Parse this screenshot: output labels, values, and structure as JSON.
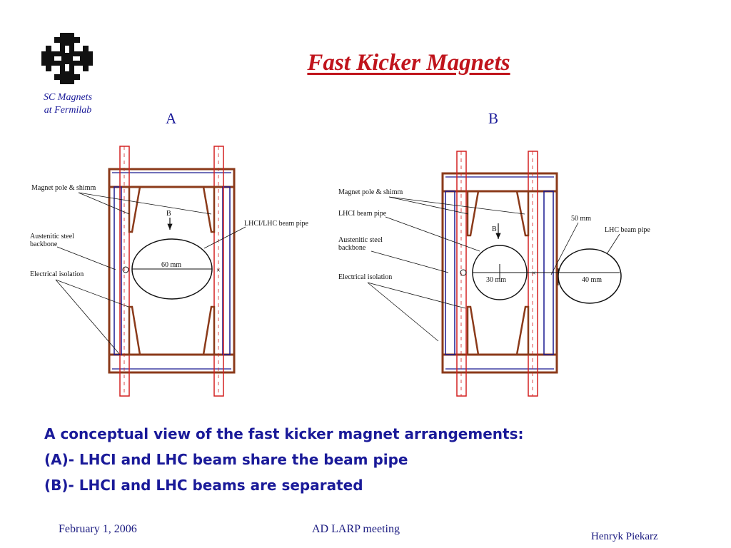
{
  "header": {
    "title": "Fast Kicker Magnets",
    "brand_line1": "SC Magnets",
    "brand_line2": "at Fermilab"
  },
  "figures": {
    "a": {
      "label": "A",
      "pole_label": "Magnet pole & shimm",
      "steel_label_1": "Austenitic steel",
      "steel_label_2": "backbone",
      "isolation_label": "Electrical isolation",
      "pipe_label": "LHCI/LHC beam pipe",
      "field_label": "B",
      "dim_label": "60 mm"
    },
    "b": {
      "label": "B",
      "pole_label": "Magnet pole & shimm",
      "lhci_pipe_label": "LHCI beam pipe",
      "steel_label_1": "Austenitic steel",
      "steel_label_2": "backbone",
      "isolation_label": "Electrical isolation",
      "sep_label": "50 mm",
      "lhc_pipe_label": "LHC beam pipe",
      "field_label": "B",
      "dim_left_label": "30 mm",
      "dim_right_label": "40 mm"
    }
  },
  "caption": {
    "line1": "A conceptual view of the fast kicker magnet arrangements:",
    "line2": "(A)- LHCI and LHC beam share the beam pipe",
    "line3": "(B)- LHCI and LHC beams are separated"
  },
  "footer": {
    "date": "February 1, 2006",
    "meeting": "AD LARP meeting",
    "author": "Henryk Piekarz"
  },
  "colors": {
    "title": "#c0141c",
    "text": "#1a1a99",
    "frame_brown": "#8b3a1a",
    "pole_red": "#d42020",
    "isolation_blue": "#1a1a90"
  }
}
